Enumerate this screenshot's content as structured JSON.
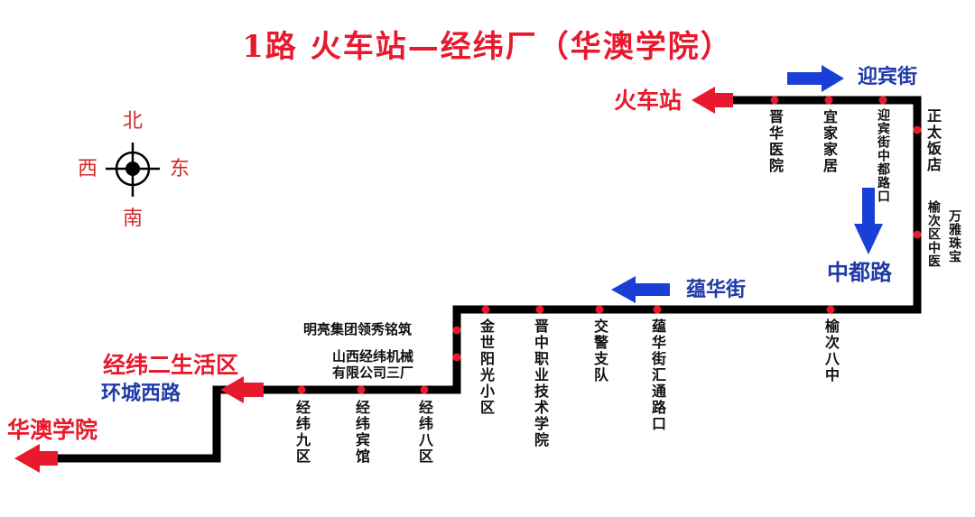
{
  "title": "1路 火车站—经纬厂（华澳学院）",
  "compass": {
    "north": "北",
    "south": "南",
    "west": "西",
    "east": "东"
  },
  "terminals": {
    "start": "火车站",
    "end": "华澳学院",
    "junction": "经纬二生活区"
  },
  "roads": {
    "yingbin": "迎宾街",
    "zhongdu": "中都路",
    "yunhua": "蕴华街",
    "huancheng": "环城西路"
  },
  "stops": {
    "jinhua_hospital": "晋华医院",
    "yijia": "宜家家居",
    "yingbin_zhongdu": "迎宾街中都路口",
    "zhengtai": "正太饭店",
    "yuci_tcm": "榆次区中医",
    "wanya": "万雅珠宝",
    "yuci_8": "榆次八中",
    "yunhua_huitong": "蕴华街汇通路口",
    "traffic_police": "交警支队",
    "jinzhong_college": "晋中职业技术学院",
    "jinshi_yangguang": "金世阳光小区",
    "mingliang": "明亮集团领秀铭筑",
    "shanxi_jingwei_line1": "山西经纬机械",
    "shanxi_jingwei_line2": "有限公司三厂",
    "jingwei_8": "经纬八区",
    "jingwei_hotel": "经纬宾馆",
    "jingwei_9": "经纬九区"
  },
  "colors": {
    "route": "#000000",
    "stop": "#e8192c",
    "terminal": "#e8192c",
    "road_label": "#1f3aa8",
    "road_arrow": "#1a3fd6"
  }
}
